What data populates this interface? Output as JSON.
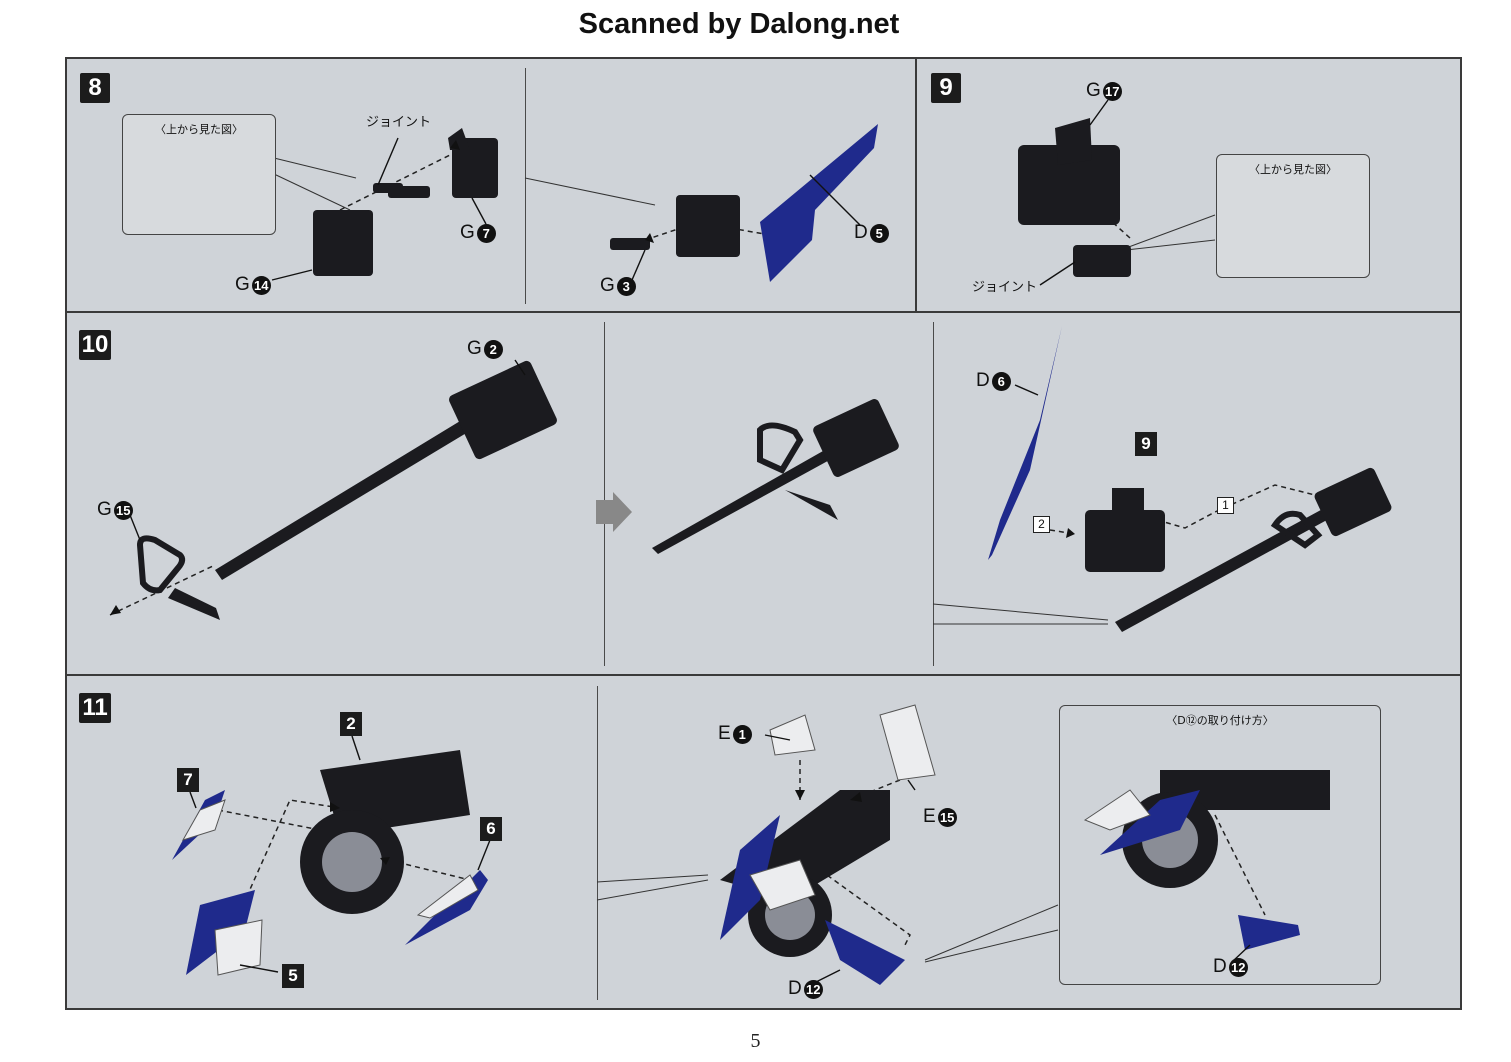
{
  "header": {
    "scan_credit": "Scanned by Dalong.net"
  },
  "page_number": "5",
  "steps": {
    "s8": {
      "number": "8",
      "inset_title": "〈上から見た図〉",
      "joint_label": "ジョイント",
      "parts": {
        "g7": {
          "letter": "G",
          "num": "7"
        },
        "g14": {
          "letter": "G",
          "num": "14"
        },
        "g3": {
          "letter": "G",
          "num": "3"
        },
        "d5": {
          "letter": "D",
          "num": "5"
        }
      }
    },
    "s9": {
      "number": "9",
      "inset_title": "〈上から見た図〉",
      "joint_label": "ジョイント",
      "parts": {
        "g17": {
          "letter": "G",
          "num": "17"
        }
      }
    },
    "s10": {
      "number": "10",
      "parts": {
        "g2": {
          "letter": "G",
          "num": "2"
        },
        "g15": {
          "letter": "G",
          "num": "15"
        },
        "d6": {
          "letter": "D",
          "num": "6"
        }
      },
      "sub_ref": "9",
      "order_1": "1",
      "order_2": "2"
    },
    "s11": {
      "number": "11",
      "inset_title": "〈D⑫の取り付け方〉",
      "refs": {
        "r2": "2",
        "r7": "7",
        "r6": "6",
        "r5": "5"
      },
      "parts": {
        "e1": {
          "letter": "E",
          "num": "1"
        },
        "e15": {
          "letter": "E",
          "num": "15"
        },
        "d12a": {
          "letter": "D",
          "num": "12"
        },
        "d12b": {
          "letter": "D",
          "num": "12"
        }
      }
    }
  },
  "colors": {
    "panel": "#cfd3d8",
    "part_dark": "#1b1b1f",
    "part_blue": "#1f2a8c",
    "part_white": "#ecedef"
  }
}
